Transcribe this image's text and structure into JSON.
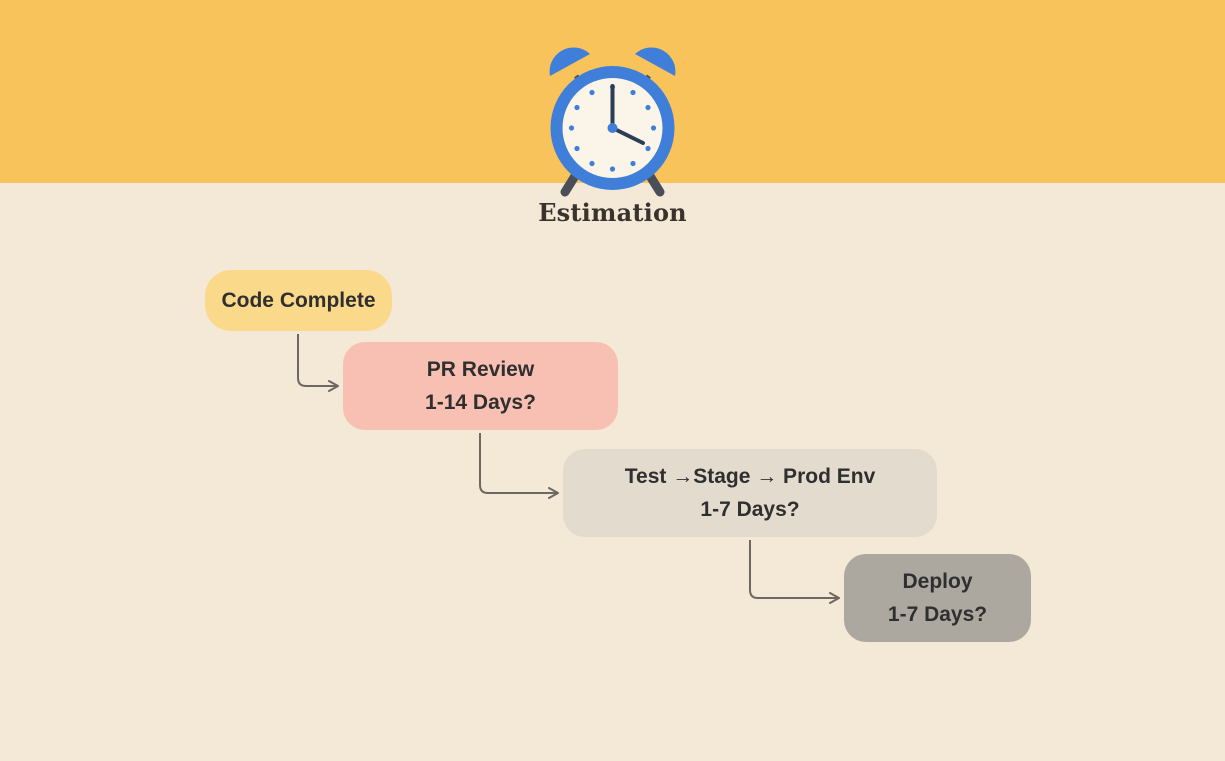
{
  "title": "Estimation",
  "colors": {
    "top_band": "#f8c35a",
    "background": "#f4e8d6",
    "clock_blue": "#3f7fd9",
    "clock_face": "#fbf4e8",
    "clock_dots": "#3f7fd9",
    "clock_hands": "#2c3e55",
    "clock_feet": "#4a4f57",
    "connector": "#6e6862"
  },
  "nodes": [
    {
      "line1": "Code Complete",
      "line2": "",
      "color": "#fad98a"
    },
    {
      "line1": "PR Review",
      "line2": "1-14 Days?",
      "color": "#f8c0b3"
    },
    {
      "line1": "Test →Stage → Prod Env",
      "line2": "1-7 Days?",
      "color": "#e3dbcd"
    },
    {
      "line1": "Deploy",
      "line2": "1-7 Days?",
      "color": "#ada89f"
    }
  ]
}
